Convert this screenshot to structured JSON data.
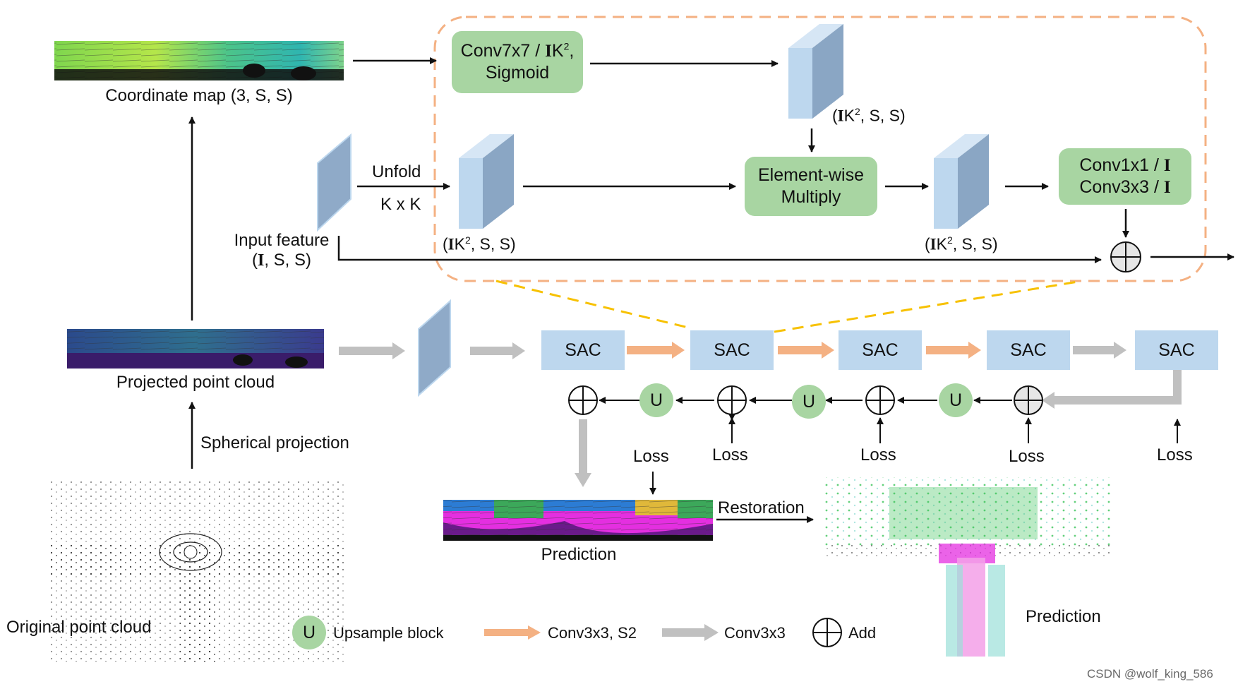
{
  "colors": {
    "green_box": "#a8d5a2",
    "sac_box": "#bdd7ee",
    "orange_arrow": "#f4b183",
    "gray_arrow": "#c0c0c0",
    "dashed_border": "#f4b183",
    "dashed_link": "#f7c100"
  },
  "left": {
    "coordinate_map": "Coordinate map (3, S, S)",
    "projected_point_cloud": "Projected point cloud",
    "spherical_projection": "Spherical projection",
    "original_point_cloud": "Original point cloud"
  },
  "sac_module": {
    "conv7_line1_pre": "Conv7x7 / ",
    "conv7_bold": "I",
    "conv7_k": "K",
    "conv7_sup": "2",
    "conv7_comma": ",",
    "conv7_line2": "Sigmoid",
    "dims_top_open": "(",
    "dims_top_bold": "I",
    "dims_top_k": "K",
    "dims_top_sup": "2",
    "dims_top_rest": ", S, S)",
    "unfold": "Unfold",
    "kxk": "K x K",
    "dims_mid_open": "(",
    "dims_mid_bold": "I",
    "dims_mid_k": "K",
    "dims_mid_sup": "2",
    "dims_mid_rest": ", S, S)",
    "dims_right_open": "(",
    "dims_right_bold": "I",
    "dims_right_k": "K",
    "dims_right_sup": "2",
    "dims_right_rest": ", S, S)",
    "input_feature": "Input feature",
    "input_dims_open": "(",
    "input_dims_bold": "I",
    "input_dims_rest": ", S, S)",
    "elementwise_line1": "Element-wise",
    "elementwise_line2": "Multiply",
    "conv1_pre": "Conv1x1 / ",
    "conv1_bold": "I",
    "conv3_pre": "Conv3x3 / ",
    "conv3_bold": "I"
  },
  "pipeline": {
    "sac_labels": [
      "SAC",
      "SAC",
      "SAC",
      "SAC",
      "SAC"
    ],
    "upsample_label": "U",
    "loss": "Loss",
    "prediction_strip": "Prediction",
    "restoration": "Restoration",
    "prediction_cloud": "Prediction"
  },
  "legend": {
    "u": "U",
    "upsample": "Upsample block",
    "orange": "Conv3x3, S2",
    "gray": "Conv3x3",
    "add": "Add"
  },
  "watermark": "CSDN @wolf_king_586"
}
